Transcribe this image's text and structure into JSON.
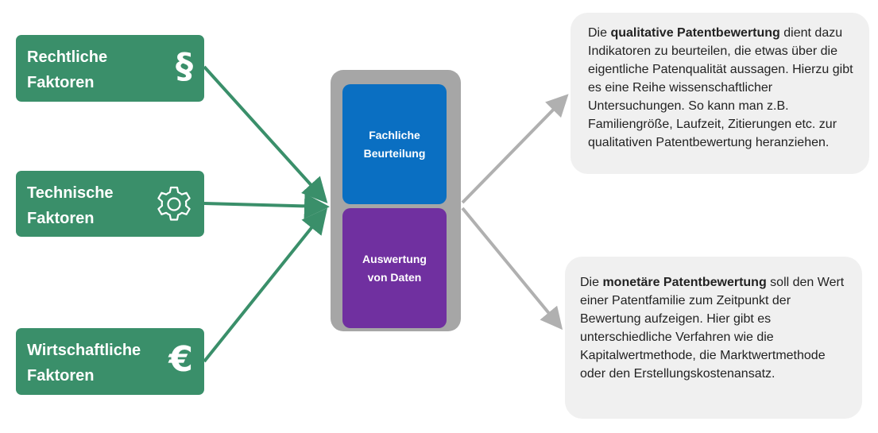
{
  "colors": {
    "green": "#3a8f6a",
    "blue": "#0a6fc2",
    "purple": "#7030a0",
    "gray_frame": "#a6a6a6",
    "note_bg": "#f0f0f0",
    "arrow_gray": "#b0b0b0"
  },
  "factors": [
    {
      "label": "Rechtliche\nFaktoren",
      "icon": "paragraph-icon",
      "symbol": "§"
    },
    {
      "label": "Technische\nFaktoren",
      "icon": "gear-icon"
    },
    {
      "label": "Wirtschaftliche\nFaktoren",
      "icon": "euro-icon",
      "symbol": "€"
    }
  ],
  "center": {
    "top_label": "Fachliche\nBeurteilung",
    "bottom_label": "Auswertung\nvon Daten"
  },
  "notes": {
    "qualitative": {
      "pre": "Die ",
      "bold": "qualitative Patentbewertung",
      "post": " dient dazu Indikatoren zu beurteilen, die etwas über die eigentliche Patenqualität aussagen. Hierzu gibt es eine Reihe wissenschaftlicher Untersuchungen. So kann man z.B. Familiengröße, Laufzeit, Zitierungen etc. zur qualitativen Patentbewertung heranziehen."
    },
    "monetary": {
      "pre": "Die ",
      "bold": "monetäre Patentbewertung",
      "post": " soll den Wert einer Patentfamilie zum Zeitpunkt der Bewertung aufzeigen. Hier gibt es unterschiedliche Verfahren wie die Kapitalwertmethode, die Marktwertmethode oder den Erstellungskostenansatz."
    }
  }
}
